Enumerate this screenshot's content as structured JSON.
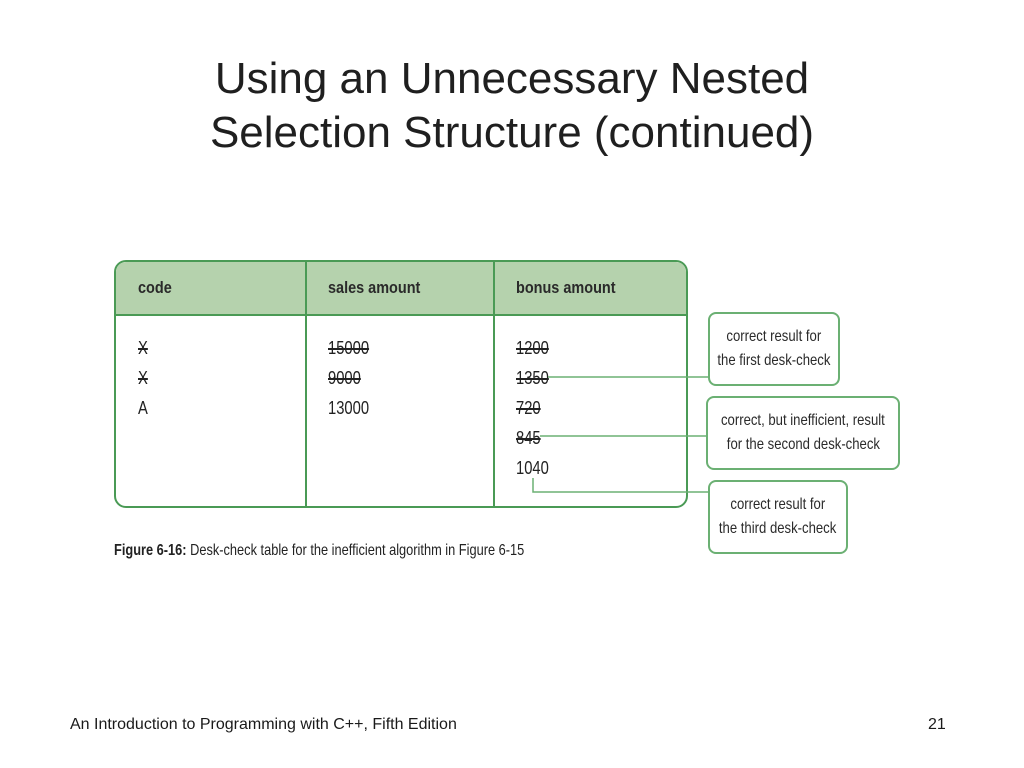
{
  "title": {
    "line1": "Using an Unnecessary Nested",
    "line2": "Selection Structure (continued)"
  },
  "table": {
    "headers": [
      "code",
      "sales amount",
      "bonus amount"
    ],
    "code": [
      {
        "text": "X",
        "struck": true
      },
      {
        "text": "X",
        "struck": true
      },
      {
        "text": "A",
        "struck": false
      }
    ],
    "sales": [
      {
        "text": "15000",
        "struck": true
      },
      {
        "text": "9000",
        "struck": true
      },
      {
        "text": "13000",
        "struck": false
      }
    ],
    "bonus": [
      {
        "text": "1200",
        "struck": true
      },
      {
        "text": "1350",
        "struck": true
      },
      {
        "text": "720",
        "struck": true
      },
      {
        "text": "845",
        "struck": true
      },
      {
        "text": "1040",
        "struck": false
      }
    ]
  },
  "callouts": [
    {
      "line1": "correct result for",
      "line2": "the first desk-check"
    },
    {
      "line1": "correct, but inefficient, result",
      "line2": "for the second desk-check"
    },
    {
      "line1": "correct result for",
      "line2": "the third desk-check"
    }
  ],
  "caption": {
    "label": "Figure 6-16:",
    "text": " Desk-check table for the inefficient algorithm in Figure 6-15"
  },
  "footer": {
    "book": "An Introduction to Programming with C++, Fifth Edition",
    "page": "21"
  },
  "colors": {
    "border": "#4a9a55",
    "header_fill": "#b5d2ad",
    "callout_border": "#6bb073"
  }
}
